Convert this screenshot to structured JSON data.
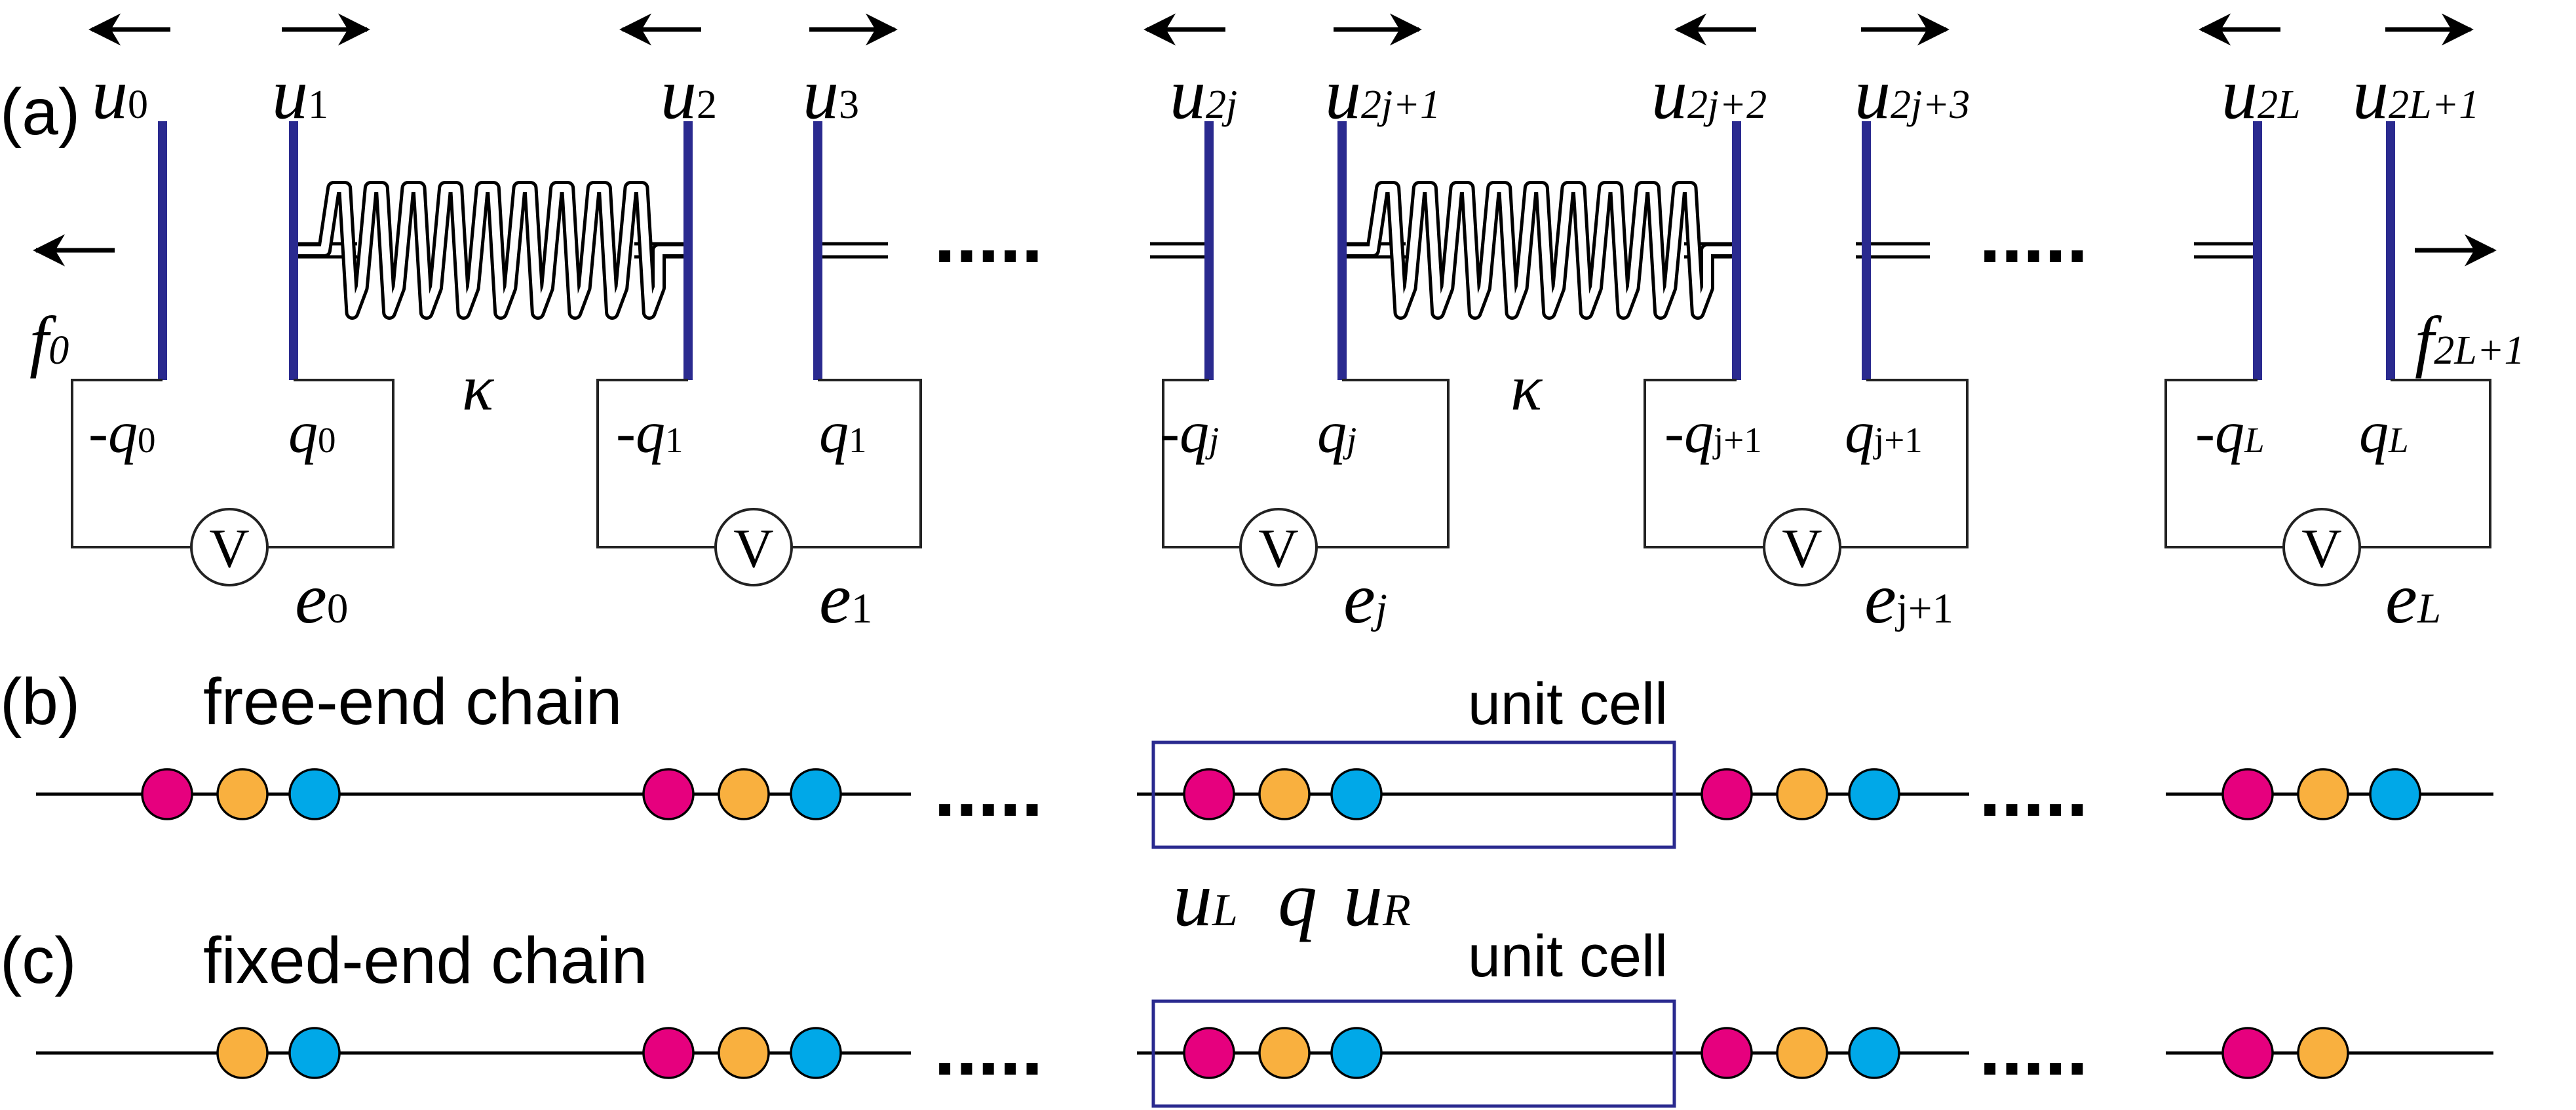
{
  "panels": {
    "a": {
      "label": "(a)",
      "displacements": [
        {
          "base": "u",
          "sub": "0",
          "dir": "left"
        },
        {
          "base": "u",
          "sub": "1",
          "dir": "right"
        },
        {
          "base": "u",
          "sub": "2",
          "dir": "left"
        },
        {
          "base": "u",
          "sub": "3",
          "dir": "right"
        },
        {
          "base": "u",
          "sub": "2j",
          "dir": "left"
        },
        {
          "base": "u",
          "sub": "2j+1",
          "dir": "right"
        },
        {
          "base": "u",
          "sub": "2j+2",
          "dir": "left"
        },
        {
          "base": "u",
          "sub": "2j+3",
          "dir": "right"
        },
        {
          "base": "u",
          "sub": "2L",
          "dir": "left"
        },
        {
          "base": "u",
          "sub": "2L+1",
          "dir": "right"
        }
      ],
      "charges": [
        {
          "neg": "-q",
          "pos": "q",
          "sub": "0"
        },
        {
          "neg": "-q",
          "pos": "q",
          "sub": "1"
        },
        {
          "neg": "-q",
          "pos": "q",
          "sub": "j"
        },
        {
          "neg": "-q",
          "pos": "q",
          "sub": "j+1"
        },
        {
          "neg": "-q",
          "pos": "q",
          "sub": "L"
        }
      ],
      "voltage_symbol": "V",
      "emfs": [
        {
          "base": "e",
          "sub": "0"
        },
        {
          "base": "e",
          "sub": "1"
        },
        {
          "base": "e",
          "sub": "j"
        },
        {
          "base": "e",
          "sub": "j+1"
        },
        {
          "base": "e",
          "sub": "L"
        }
      ],
      "spring_constant": "κ",
      "force_left": {
        "base": "f",
        "sub": "0"
      },
      "force_right": {
        "base": "f",
        "sub": "2L+1"
      },
      "ellipsis": "....."
    },
    "b": {
      "label": "(b)",
      "title": "free-end chain",
      "cell_label": "unit cell",
      "site_labels": [
        {
          "base": "u",
          "sub": "L"
        },
        {
          "base": "q",
          "sub": ""
        },
        {
          "base": "u",
          "sub": "R"
        }
      ]
    },
    "c": {
      "label": "(c)",
      "title": "fixed-end chain",
      "cell_label": "unit cell"
    }
  },
  "colors": {
    "u_left": "#e6007e",
    "charge": "#f9b03f",
    "u_right": "#00a8e8",
    "plate": "#2a2a8f"
  }
}
